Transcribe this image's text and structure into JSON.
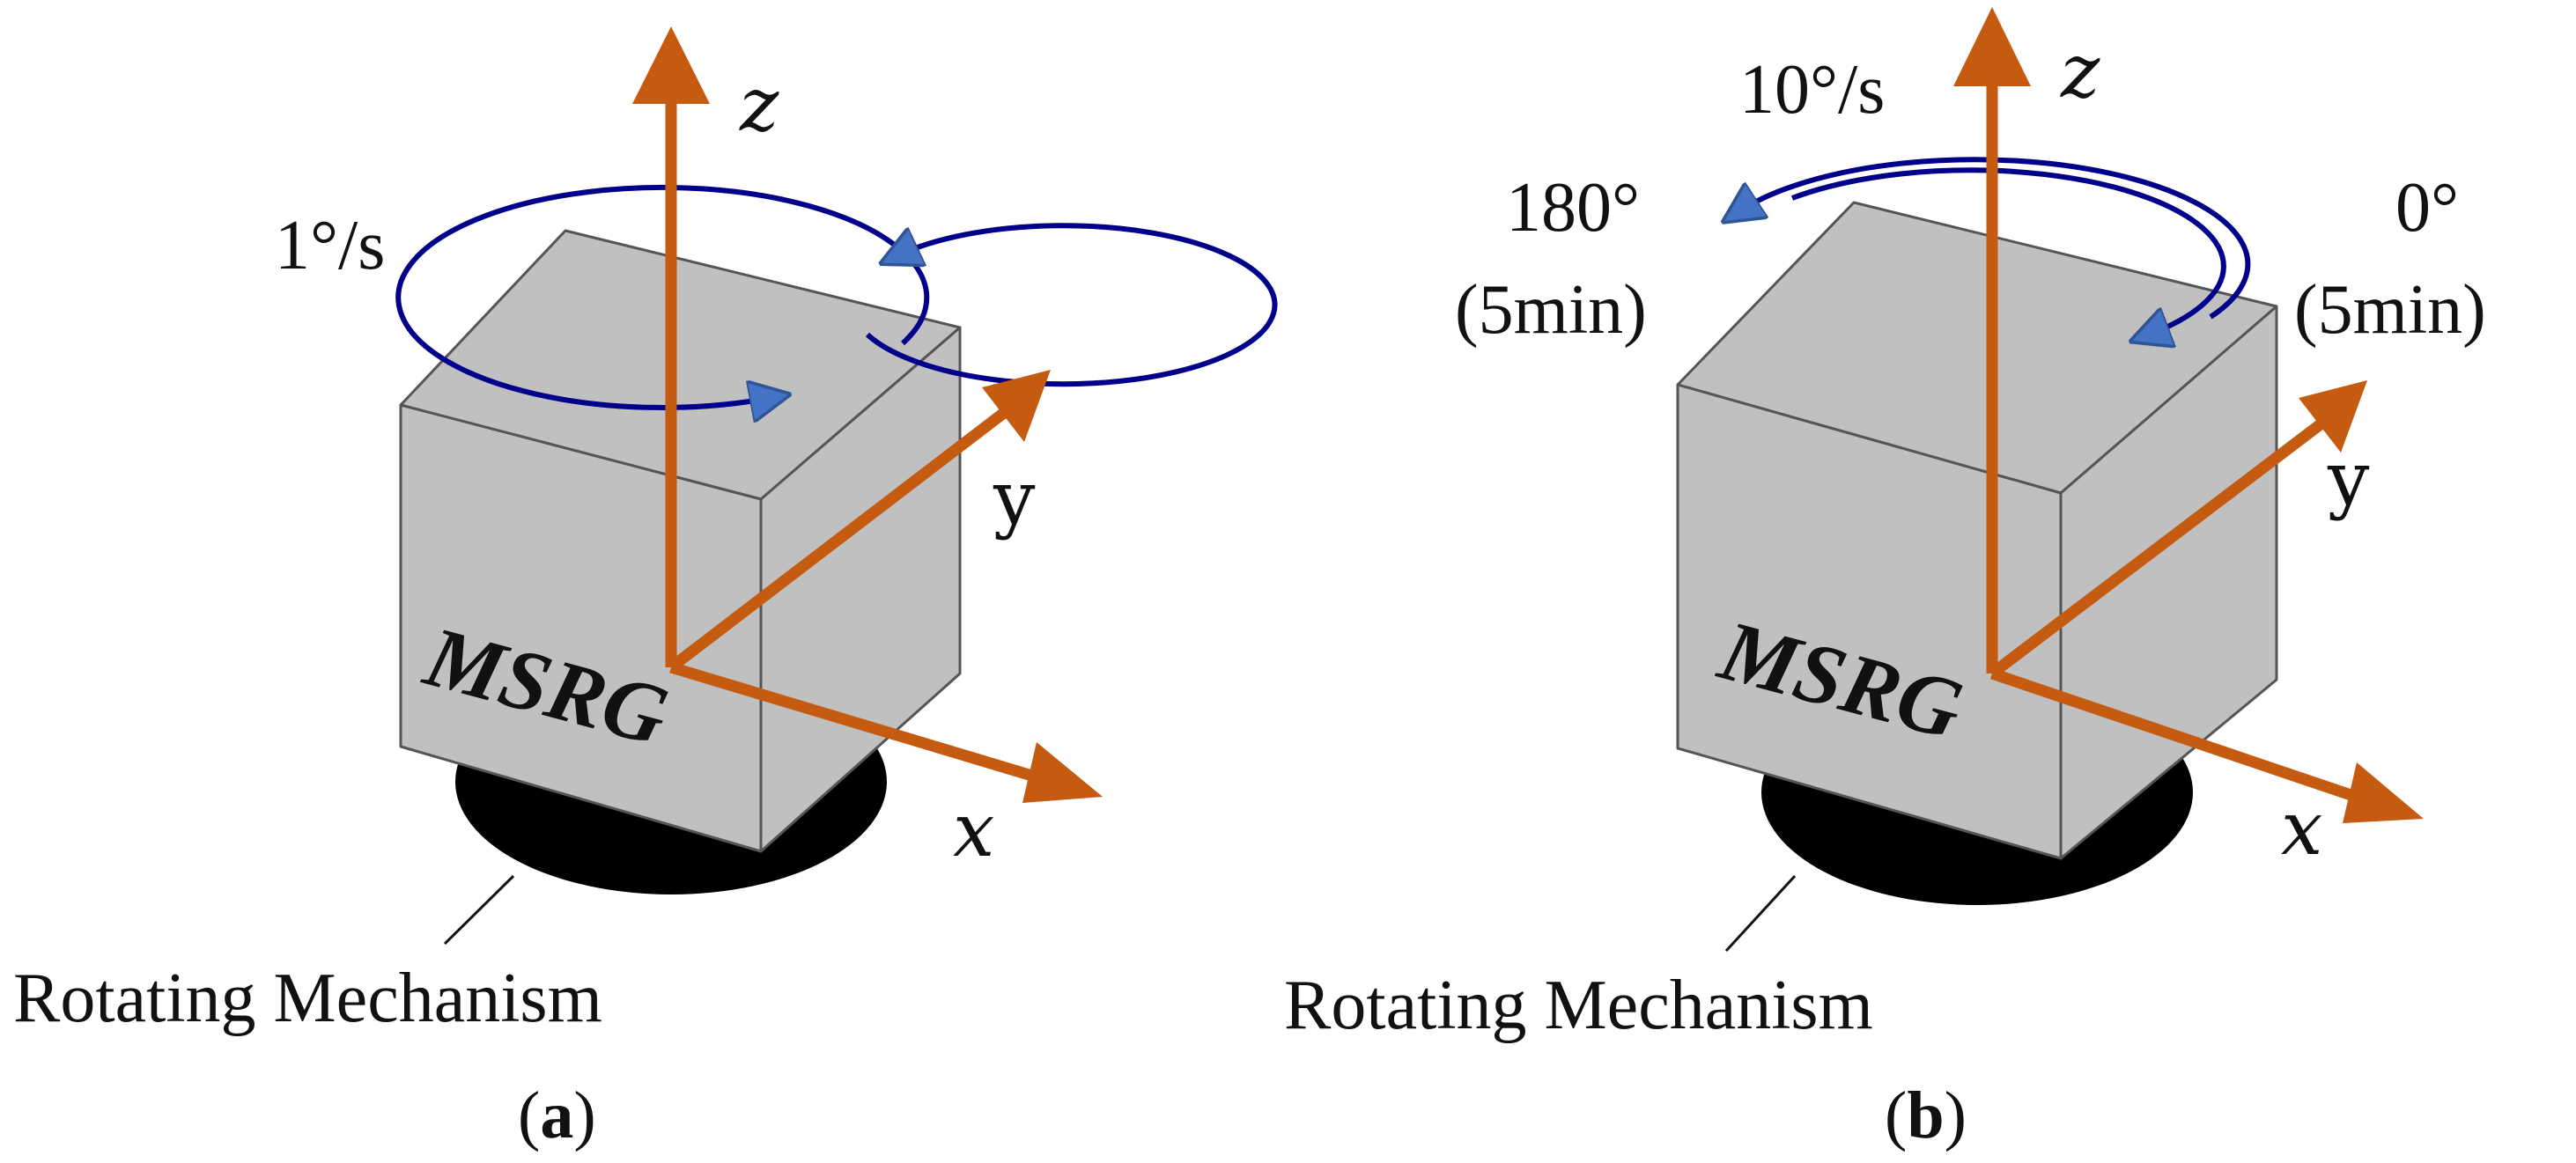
{
  "colors": {
    "axis": "#C55A11",
    "rotation_arrow": "#00008B",
    "arrow_head": "#4472C4",
    "box_face": "#C0C0C0",
    "base": "#000000"
  },
  "panel_a": {
    "rate": "1°/s",
    "axis_z": "z",
    "axis_y": "y",
    "axis_x": "x",
    "device": "MSRG",
    "mechanism": "Rotating Mechanism",
    "panel_label": "(a)"
  },
  "panel_b": {
    "rate": "10°/s",
    "axis_z": "z",
    "axis_y": "y",
    "axis_x": "x",
    "device": "MSRG",
    "mechanism": "Rotating Mechanism",
    "panel_label": "(b)",
    "left_angle": "180°",
    "left_duration": "(5min)",
    "right_angle": "0°",
    "right_duration": "(5min)"
  }
}
